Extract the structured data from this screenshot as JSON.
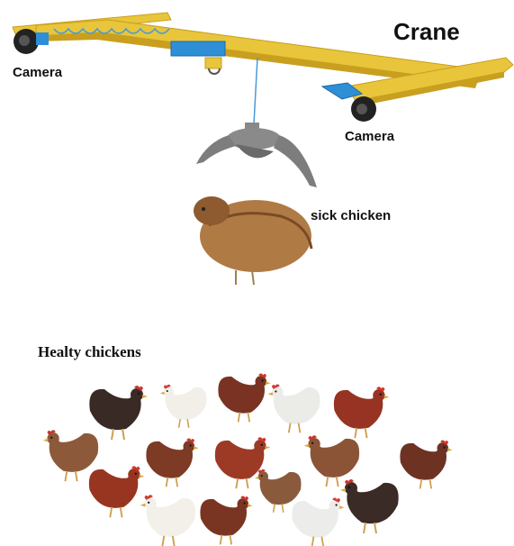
{
  "labels": {
    "title": "Crane",
    "camera_left": "Camera",
    "camera_right": "Camera",
    "sick": "sick chicken",
    "healthy": "Healty chickens"
  },
  "colors": {
    "crane_yellow": "#e8c53a",
    "crane_shadow": "#c99f1f",
    "blue_parts": "#2e8fd6",
    "camera_body": "#222222",
    "gripper_gray": "#7d7d7d",
    "sick_chicken": "#b07a45"
  },
  "flock": [
    {
      "type": "black",
      "color": "#3a2a26",
      "comb": "#c9362f"
    },
    {
      "type": "white",
      "color": "#f1efe8",
      "comb": "#d43b33"
    },
    {
      "type": "brown",
      "color": "#7a3322",
      "comb": "#d3362c"
    },
    {
      "type": "white",
      "color": "#ebebe8",
      "comb": "#d43b33"
    },
    {
      "type": "red",
      "color": "#963323",
      "comb": "#d3362c"
    },
    {
      "type": "light-brown",
      "color": "#8c5a3a",
      "comb": "#c9362f"
    },
    {
      "type": "brown",
      "color": "#7d3a24",
      "comb": "#d3362c"
    },
    {
      "type": "red",
      "color": "#9c3a26",
      "comb": "#d3362c"
    },
    {
      "type": "light-brown",
      "color": "#8c5436",
      "comb": "#c9362f"
    },
    {
      "type": "brown",
      "color": "#6e3223",
      "comb": "#d3362c"
    },
    {
      "type": "red",
      "color": "#983521",
      "comb": "#d3362c"
    },
    {
      "type": "white",
      "color": "#f3f0ea",
      "comb": "#d43b33"
    },
    {
      "type": "brown",
      "color": "#7a3422",
      "comb": "#d3362c"
    },
    {
      "type": "light-brown",
      "color": "#8a5a3d",
      "comb": "#c9362f"
    },
    {
      "type": "white",
      "color": "#ececea",
      "comb": "#d43b33"
    },
    {
      "type": "black",
      "color": "#3b2b27",
      "comb": "#c9362f"
    }
  ]
}
